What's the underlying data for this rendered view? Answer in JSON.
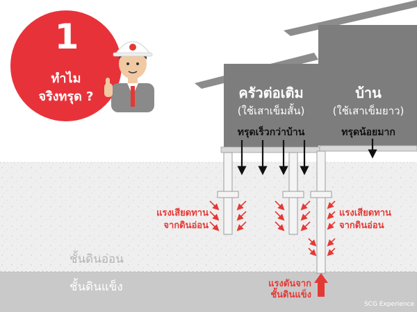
{
  "badge": {
    "number": "1",
    "line1": "ทำไม",
    "line2": "จริงทรุด ?"
  },
  "extension": {
    "title": "ครัวต่อเติม",
    "subtitle": "(ใช้เสาเข็มสั้น)",
    "note": "ทรุดเร็วกว่าบ้าน"
  },
  "house": {
    "title": "บ้าน",
    "subtitle": "(ใช้เสาเข็มยาว)",
    "note": "ทรุดน้อยมาก"
  },
  "friction_left": {
    "line1": "แรงเสียดทาน",
    "line2": "จากดินอ่อน"
  },
  "friction_right": {
    "line1": "แรงเสียดทาน",
    "line2": "จากดินอ่อน"
  },
  "bearing": {
    "line1": "แรงดันจาก",
    "line2": "ชั้นดินแข็ง"
  },
  "soft_soil_label": "ชั้นดินอ่อน",
  "hard_soil_label": "ชั้นดินแข็ง",
  "watermark": "SCG Experience",
  "colors": {
    "badge_red": "#e8323a",
    "house_gray": "#7d7d7d",
    "house_roof": "#8c8c8c",
    "soft_soil": "#efefef",
    "hard_soil": "#c9c9c9",
    "pile": "#f4f4f4",
    "arrow_red": "#e53935",
    "arrow_black": "#111111"
  }
}
